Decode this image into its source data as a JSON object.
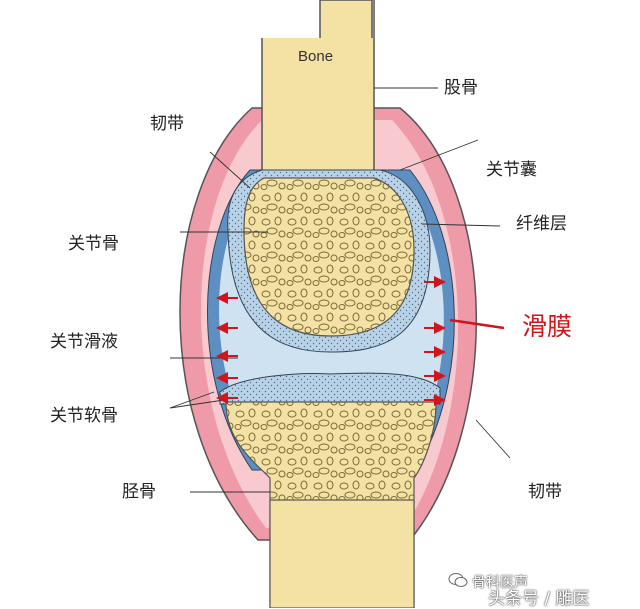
{
  "bone_label": "Bone",
  "labels": {
    "femur": "股骨",
    "joint_capsule": "关节囊",
    "fibrous_layer": "纤维层",
    "synovium": "滑膜",
    "ligament_upper": "韧带",
    "articular_bone": "关节骨",
    "synovial_fluid": "关节滑液",
    "articular_cartilage": "关节软骨",
    "tibia": "胫骨",
    "ligament_lower": "韧带"
  },
  "watermark": {
    "line1": "骨科医声",
    "line2": "头条号 / 雕医"
  },
  "colors": {
    "bone": "#f4e2a4",
    "bone_cell": "#e8d48a",
    "cartilage": "#b9d2e6",
    "capsule_outer": "#ef9aa8",
    "capsule_inner": "#f8c9cf",
    "synovial_space": "#cfe2f1",
    "synovium": "#5d8fc2",
    "arrow": "#d0161a"
  }
}
